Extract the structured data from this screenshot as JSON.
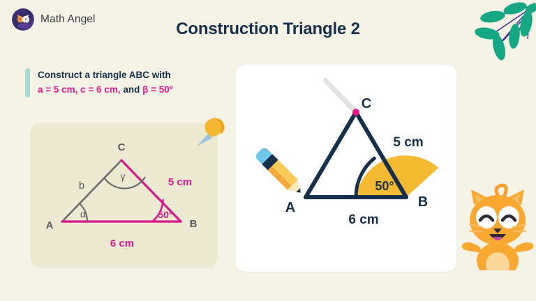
{
  "brand": {
    "name": "Math Angel",
    "logo_icon": "cat-face-logo-icon"
  },
  "header": {
    "title": "Construction Triangle 2"
  },
  "decor": {
    "leaves_icon": "leaf-branch-icon",
    "pushpin_icon": "pushpin-icon",
    "mascot_icon": "cat-mascot-icon"
  },
  "instruction": {
    "line1": "Construct a triangle ABC with",
    "part_a": "a = 5 cm, c = 6 cm,",
    "part_and": " and ",
    "part_b": "β = 50º",
    "accent_color": "#A8DBCF",
    "highlight_color": "#E5188C"
  },
  "reference_diagram": {
    "caption_vertices": {
      "a": "A",
      "b": "B",
      "c": "C"
    },
    "side_labels": {
      "ab": "6 cm",
      "bc": "5 cm",
      "ac": "b"
    },
    "angle_labels": {
      "at_a": "α",
      "at_b": "50°",
      "at_c": "γ"
    },
    "colors": {
      "known": "#D9168C",
      "unknown": "#6B6B6B",
      "card_bg": "#ECEBD2"
    }
  },
  "construction_diagram": {
    "caption_vertices": {
      "a": "A",
      "b": "B",
      "c": "C"
    },
    "side_labels": {
      "ab": "6 cm",
      "bc": "5 cm"
    },
    "angle_labels": {
      "at_b": "50°"
    },
    "tools": {
      "pencil_icon": "pencil-icon",
      "compass_icon": "compass-arm-icon",
      "point_marker_icon": "vertex-dot-icon"
    },
    "colors": {
      "stroke": "#16304B",
      "angle_fill": "#F5BA31",
      "marker": "#E5188C"
    }
  },
  "chart_data": {
    "type": "diagram",
    "title": "Construction Triangle 2",
    "shape": "triangle",
    "vertices": [
      "A",
      "B",
      "C"
    ],
    "given": [
      {
        "name": "a",
        "label": "5 cm",
        "value": 5,
        "unit": "cm",
        "description": "side BC opposite A"
      },
      {
        "name": "c",
        "label": "6 cm",
        "value": 6,
        "unit": "cm",
        "description": "side AB opposite C"
      },
      {
        "name": "β",
        "label": "50º",
        "value": 50,
        "unit": "degrees",
        "description": "angle at vertex B"
      }
    ],
    "unknown": [
      {
        "name": "b",
        "label": "b",
        "description": "side AC opposite B"
      },
      {
        "name": "α",
        "label": "α",
        "description": "angle at vertex A"
      },
      {
        "name": "γ",
        "label": "γ",
        "description": "angle at vertex C"
      }
    ]
  }
}
